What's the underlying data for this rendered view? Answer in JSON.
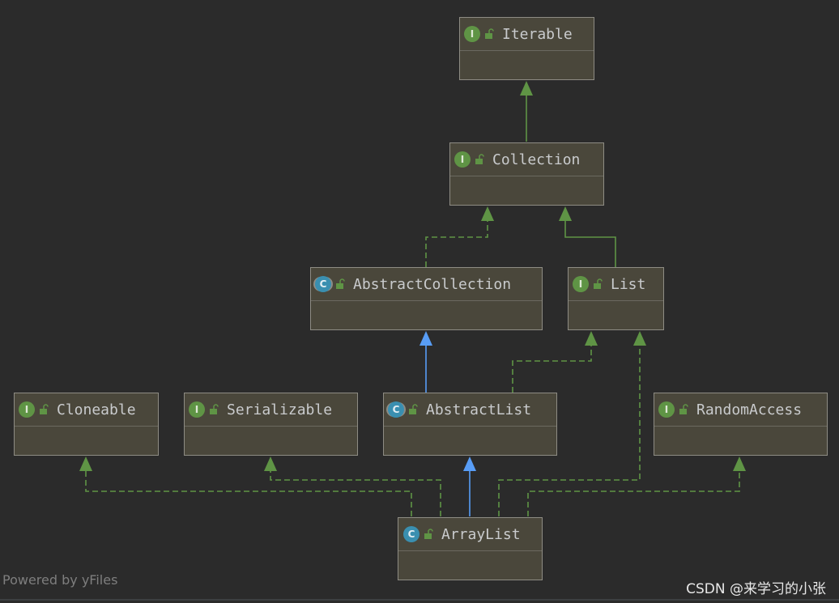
{
  "nodes": [
    {
      "id": "iterable",
      "label": "Iterable",
      "kind": "I"
    },
    {
      "id": "collection",
      "label": "Collection",
      "kind": "I"
    },
    {
      "id": "abstractcollection",
      "label": "AbstractCollection",
      "kind": "C"
    },
    {
      "id": "list",
      "label": "List",
      "kind": "I"
    },
    {
      "id": "cloneable",
      "label": "Cloneable",
      "kind": "I"
    },
    {
      "id": "serializable",
      "label": "Serializable",
      "kind": "I"
    },
    {
      "id": "abstractlist",
      "label": "AbstractList",
      "kind": "C"
    },
    {
      "id": "randomaccess",
      "label": "RandomAccess",
      "kind": "I"
    },
    {
      "id": "arraylist",
      "label": "ArrayList",
      "kind": "C"
    }
  ],
  "footer": {
    "powered": "Powered by yFiles",
    "watermark": "CSDN @来学习的小张"
  },
  "colors": {
    "background": "#2b2b2b",
    "implements_edge": "#5f9445",
    "extends_edge": "#589df6",
    "interface_badge": "#5f9445",
    "class_badge": "#3a8fb0"
  },
  "icons": {
    "interface": "interface-badge-icon",
    "class": "class-badge-icon",
    "abstract_class": "abstract-class-badge-icon",
    "visibility": "open-lock-icon"
  }
}
